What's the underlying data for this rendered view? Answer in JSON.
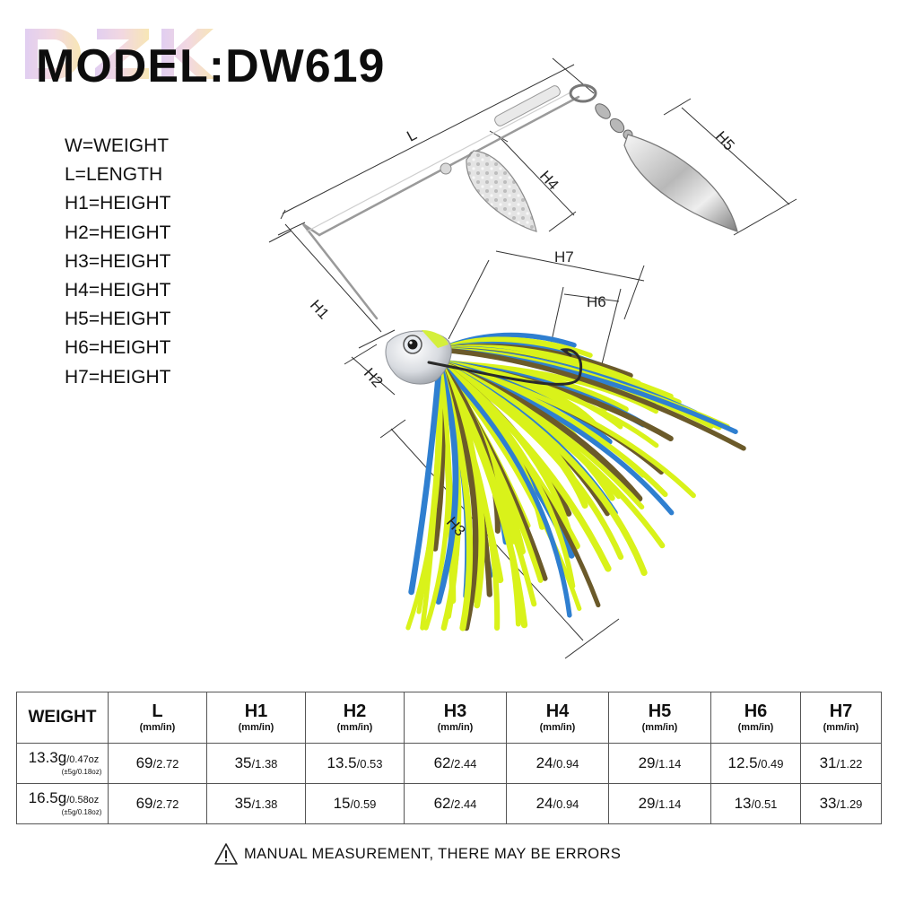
{
  "brand": {
    "logo_text": "DZK"
  },
  "title": "MODEL:DW619",
  "legend": [
    "W=WEIGHT",
    "L=LENGTH",
    "H1=HEIGHT",
    "H2=HEIGHT",
    "H3=HEIGHT",
    "H4=HEIGHT",
    "H5=HEIGHT",
    "H6=HEIGHT",
    "H7=HEIGHT"
  ],
  "diagram_labels": {
    "L": "L",
    "H1": "H1",
    "H2": "H2",
    "H3": "H3",
    "H4": "H4",
    "H5": "H5",
    "H6": "H6",
    "H7": "H7"
  },
  "colors": {
    "skirt_chartreuse": "#d9f21a",
    "skirt_blue": "#2f7fd0",
    "skirt_brown": "#6b5a2a",
    "blade_silver": "#c8c8c8",
    "dimension_line": "#333333"
  },
  "table": {
    "weight_header": "WEIGHT",
    "columns": [
      {
        "name": "L",
        "unit": "(mm/in)"
      },
      {
        "name": "H1",
        "unit": "(mm/in)"
      },
      {
        "name": "H2",
        "unit": "(mm/in)"
      },
      {
        "name": "H3",
        "unit": "(mm/in)"
      },
      {
        "name": "H4",
        "unit": "(mm/in)"
      },
      {
        "name": "H5",
        "unit": "(mm/in)"
      },
      {
        "name": "H6",
        "unit": "(mm/in)"
      },
      {
        "name": "H7",
        "unit": "(mm/in)"
      }
    ],
    "rows": [
      {
        "weight_g": "13.3g",
        "weight_oz": "/0.47oz",
        "tolerance": "(±5g/0.18oz)",
        "cells": [
          {
            "mm": "69",
            "in": "/2.72"
          },
          {
            "mm": "35",
            "in": "/1.38"
          },
          {
            "mm": "13.5",
            "in": "/0.53"
          },
          {
            "mm": "62",
            "in": "/2.44"
          },
          {
            "mm": "24",
            "in": "/0.94"
          },
          {
            "mm": "29",
            "in": "/1.14"
          },
          {
            "mm": "12.5",
            "in": "/0.49"
          },
          {
            "mm": "31",
            "in": "/1.22"
          }
        ]
      },
      {
        "weight_g": "16.5g",
        "weight_oz": "/0.58oz",
        "tolerance": "(±5g/0.18oz)",
        "cells": [
          {
            "mm": "69",
            "in": "/2.72"
          },
          {
            "mm": "35",
            "in": "/1.38"
          },
          {
            "mm": "15",
            "in": "/0.59"
          },
          {
            "mm": "62",
            "in": "/2.44"
          },
          {
            "mm": "24",
            "in": "/0.94"
          },
          {
            "mm": "29",
            "in": "/1.14"
          },
          {
            "mm": "13",
            "in": "/0.51"
          },
          {
            "mm": "33",
            "in": "/1.29"
          }
        ]
      }
    ]
  },
  "footer": {
    "warning_icon": "warning-triangle-icon",
    "text": "MANUAL MEASUREMENT, THERE MAY BE ERRORS"
  }
}
